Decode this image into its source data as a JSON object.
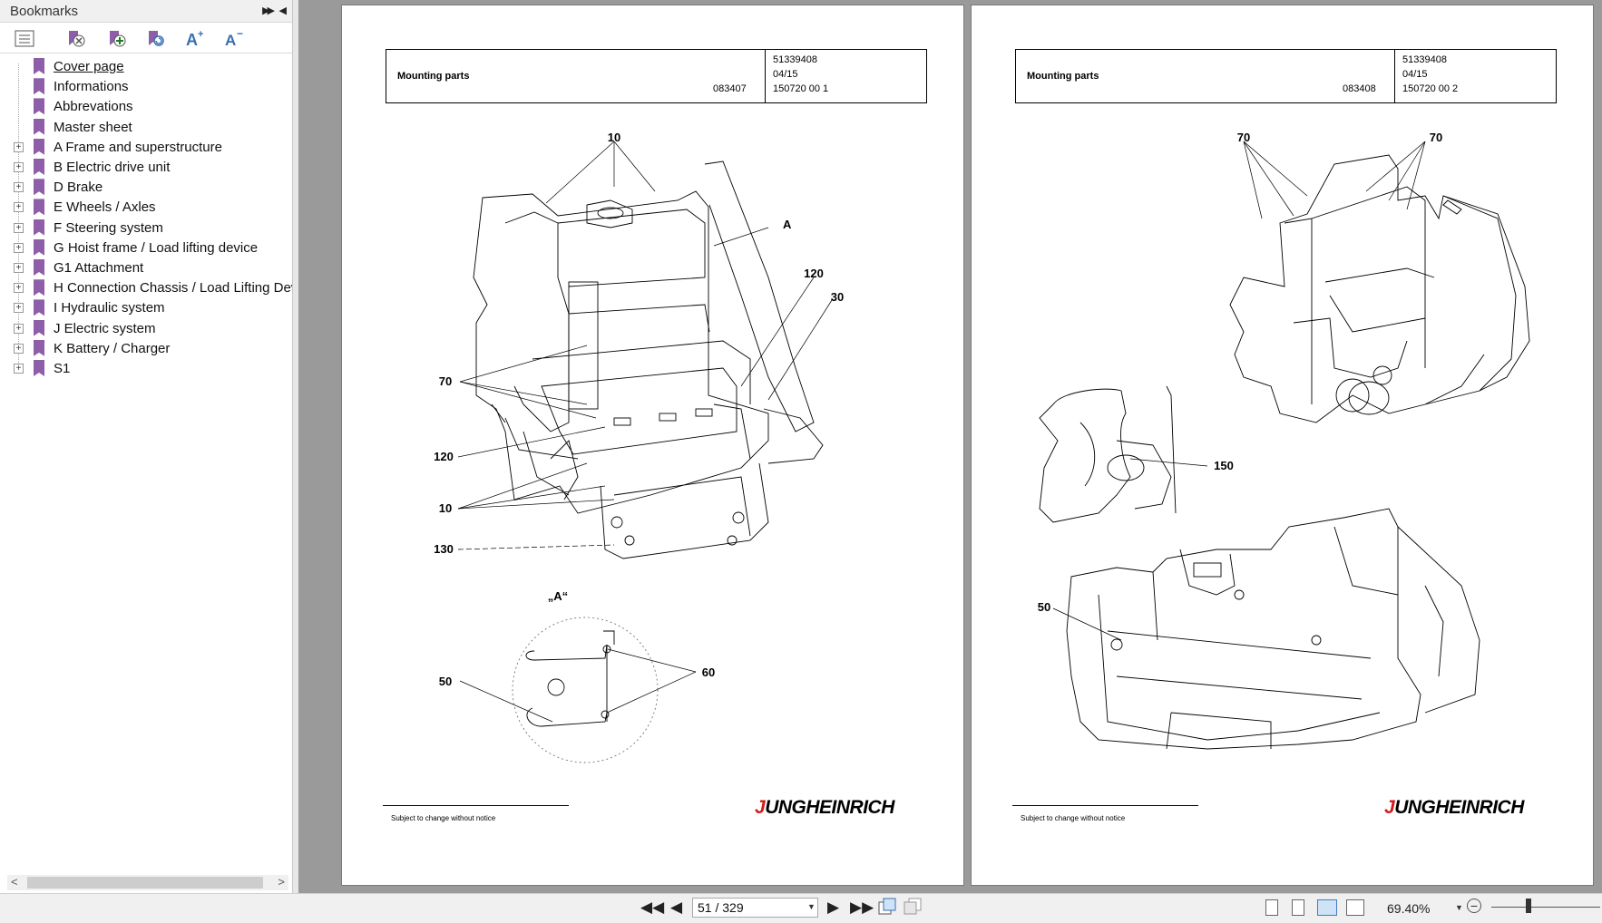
{
  "sidebar": {
    "title": "Bookmarks",
    "toolbar_icons": [
      "options-icon",
      "delete-bookmark-icon",
      "add-bookmark-icon",
      "find-bookmark-icon",
      "font-larger-icon",
      "font-smaller-icon"
    ],
    "items": [
      {
        "label": "Cover page",
        "expandable": false,
        "current": true
      },
      {
        "label": "Informations",
        "expandable": false
      },
      {
        "label": "Abbrevations",
        "expandable": false
      },
      {
        "label": "Master sheet",
        "expandable": false
      },
      {
        "label": "A Frame and superstructure",
        "expandable": true
      },
      {
        "label": "B Electric drive unit",
        "expandable": true
      },
      {
        "label": "D Brake",
        "expandable": true
      },
      {
        "label": "E Wheels / Axles",
        "expandable": true
      },
      {
        "label": "F Steering system",
        "expandable": true
      },
      {
        "label": "G Hoist frame / Load lifting device",
        "expandable": true
      },
      {
        "label": "G1 Attachment",
        "expandable": true
      },
      {
        "label": "H Connection Chassis / Load Lifting Devi",
        "expandable": true
      },
      {
        "label": "I Hydraulic system",
        "expandable": true
      },
      {
        "label": "J Electric system",
        "expandable": true
      },
      {
        "label": "K Battery / Charger",
        "expandable": true
      },
      {
        "label": "S1",
        "expandable": true
      }
    ]
  },
  "pages": [
    {
      "title": "Mounting parts",
      "code": "083407",
      "doc_no": "51339408",
      "date": "04/15",
      "ref": "150720 00 1",
      "callouts": [
        "10",
        "A",
        "120",
        "30",
        "70",
        "120",
        "10",
        "130",
        "„A“",
        "50",
        "60"
      ],
      "footer": "Subject to change without notice",
      "brand": "JUNGHEINRICH"
    },
    {
      "title": "Mounting parts",
      "code": "083408",
      "doc_no": "51339408",
      "date": "04/15",
      "ref": "150720 00 2",
      "callouts": [
        "70",
        "70",
        "150",
        "50"
      ],
      "footer": "Subject to change without notice",
      "brand": "JUNGHEINRICH"
    }
  ],
  "statusbar": {
    "page_indicator": "51 / 329",
    "zoom": "69.40%",
    "nav_icons": [
      "first-page-icon",
      "previous-page-icon",
      "next-page-icon",
      "last-page-icon",
      "previous-view-icon",
      "next-view-icon"
    ]
  },
  "colors": {
    "bookmark": "#8e5fa8",
    "brand_red": "#d51a1a",
    "doc_background": "#9a9a9a"
  }
}
